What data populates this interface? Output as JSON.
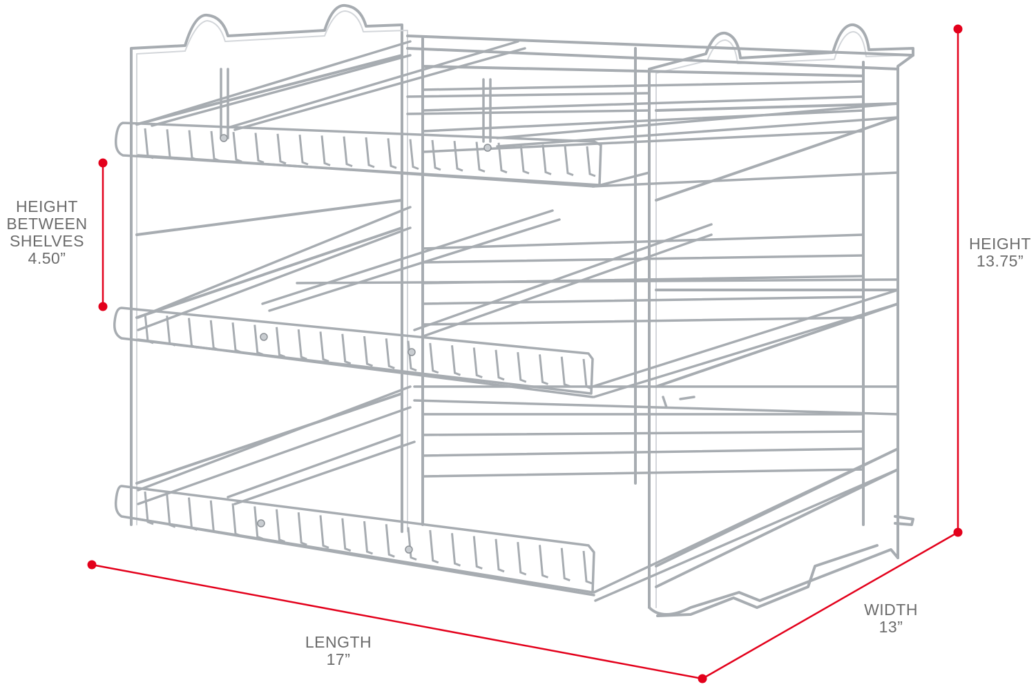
{
  "product": "three-tier chrome wire can rack",
  "colors": {
    "marker": "#e3001b",
    "label_text": "#6b6b6b",
    "wire": "#a7acb1",
    "wire_highlight": "#e6e9ec"
  },
  "dimensions": {
    "shelf_gap": {
      "line1": "HEIGHT",
      "line2": "BETWEEN",
      "line3": "SHELVES",
      "value": "4.50”"
    },
    "height": {
      "label": "HEIGHT",
      "value": "13.75”"
    },
    "width": {
      "label": "WIDTH",
      "value": "13”"
    },
    "length": {
      "label": "LENGTH",
      "value": "17”"
    }
  }
}
